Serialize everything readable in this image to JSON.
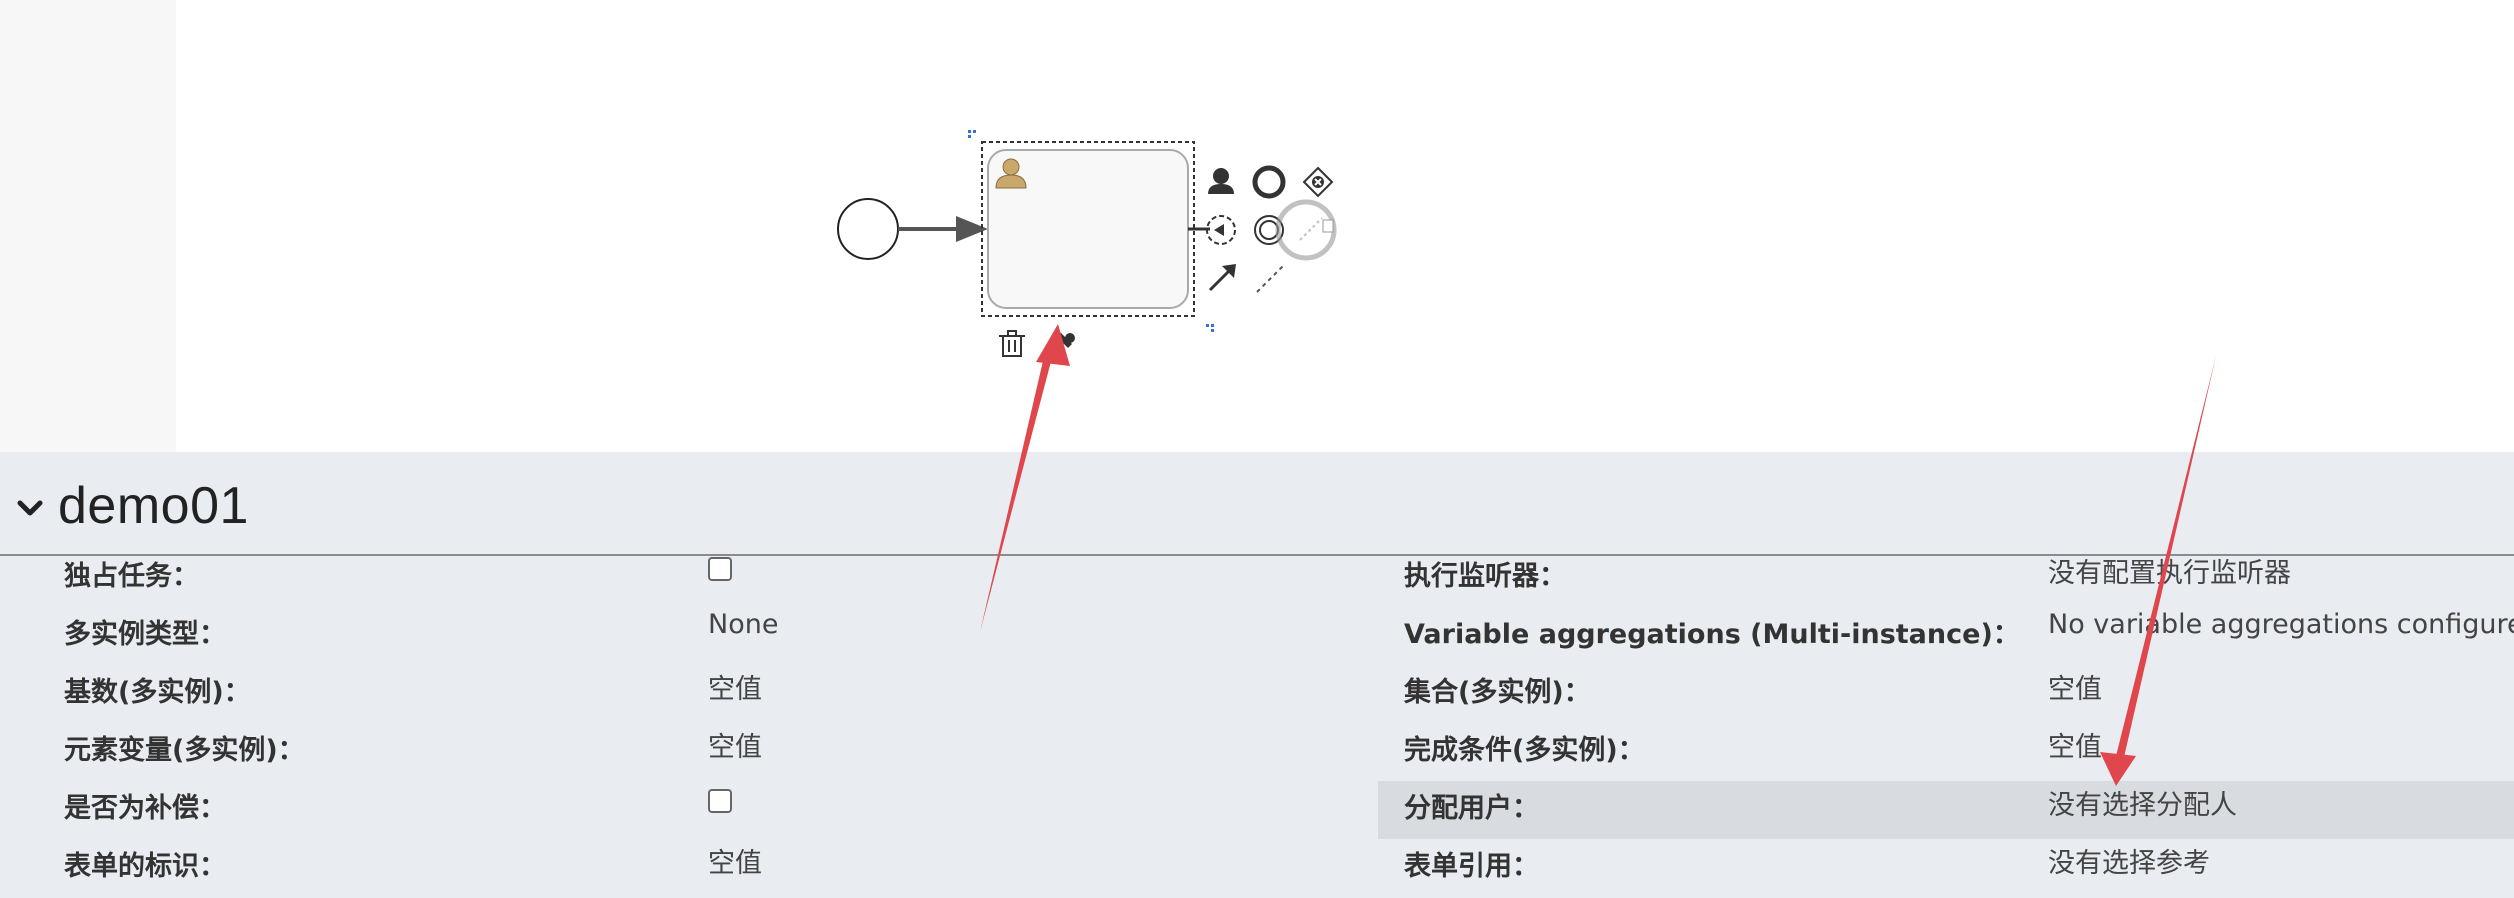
{
  "properties": {
    "title": "demo01",
    "left": [
      {
        "label": "独占任务：",
        "type": "checkbox",
        "checked": false
      },
      {
        "label": "多实例类型：",
        "type": "text",
        "value": "None"
      },
      {
        "label": "基数(多实例)：",
        "type": "text",
        "value": "空值"
      },
      {
        "label": "元素变量(多实例)：",
        "type": "text",
        "value": "空值"
      },
      {
        "label": "是否为补偿：",
        "type": "checkbox",
        "checked": false
      },
      {
        "label": "表单的标识：",
        "type": "text",
        "value": "空值"
      }
    ],
    "right": [
      {
        "label": "执行监听器：",
        "value": "没有配置执行监听器"
      },
      {
        "label": "Variable aggregations (Multi-instance)：",
        "value": "No variable aggregations configured"
      },
      {
        "label": "集合(多实例)：",
        "value": "空值"
      },
      {
        "label": "完成条件(多实例)：",
        "value": "空值"
      },
      {
        "label": "分配用户：",
        "value": "没有选择分配人",
        "highlighted": true
      },
      {
        "label": "表单引用：",
        "value": "没有选择参考"
      }
    ]
  },
  "canvas": {
    "elements": [
      "start-event",
      "sequence-flow",
      "user-task"
    ],
    "context_pad_icons": [
      "user-task-icon",
      "end-event-icon",
      "exclusive-gateway-icon",
      "intermediate-event-icon",
      "boundary-event-icon",
      "connect-icon",
      "association-icon",
      "delete-icon",
      "wrench-icon"
    ]
  },
  "colors": {
    "accent_arrow": "#e0474c",
    "panel_bg": "#e9ecf0",
    "highlight_row": "#d8dbe0",
    "user_icon": "#c9a96b"
  }
}
